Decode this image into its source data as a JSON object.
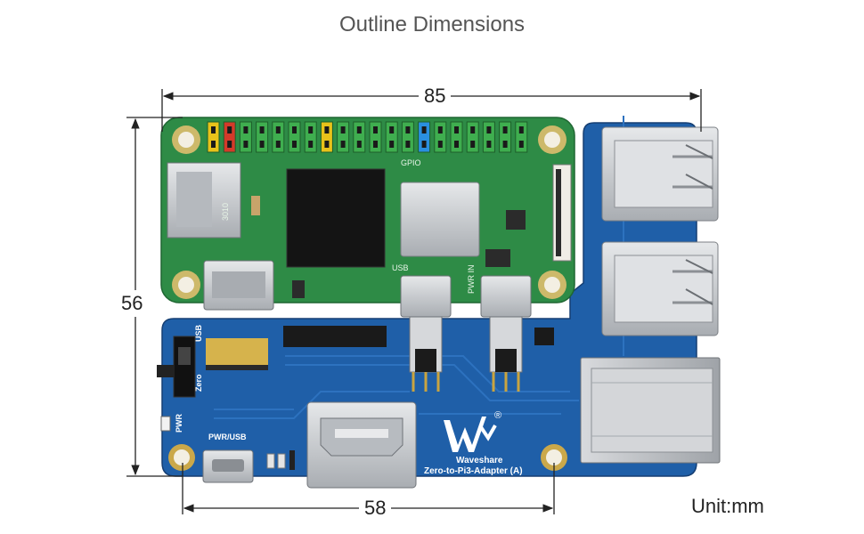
{
  "title": "Outline Dimensions",
  "dimensions": {
    "width_top": "85",
    "height_left": "56",
    "width_bottom": "58"
  },
  "unit_label": "Unit:mm",
  "silkscreen": {
    "gpio": "GPIO",
    "usb": "USB",
    "pwr_in": "PWR IN",
    "usb_side": "USB",
    "zero": "Zero",
    "pwr": "PWR",
    "pwr_usb": "PWR/USB",
    "brand": "Waveshare",
    "model": "Zero-to-Pi3-Adapter (A)",
    "registered": "®",
    "chip_code": "3010"
  },
  "colors": {
    "top_board": "#2e8b46",
    "bottom_board": "#1f5fa8",
    "connector_metal": "#c9ccd0",
    "dimension_line": "#222222"
  }
}
